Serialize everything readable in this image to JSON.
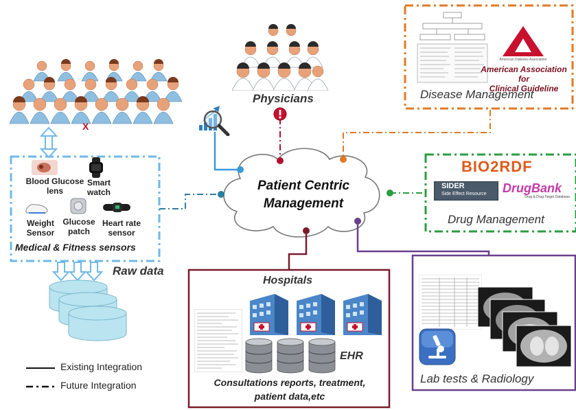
{
  "center": {
    "label_line1": "Patient Centric",
    "label_line2": "Management"
  },
  "physicians": {
    "label": "Physicians"
  },
  "patients": {
    "marker": "X"
  },
  "sensors": {
    "items": [
      {
        "label_line1": "Blood Glucose",
        "label_line2": "lens"
      },
      {
        "label_line1": "Smart",
        "label_line2": "watch"
      },
      {
        "label_line1": "Weight",
        "label_line2": "Sensor"
      },
      {
        "label_line1": "Glucose",
        "label_line2": "patch"
      },
      {
        "label_line1": "Heart rate",
        "label_line2": "sensor"
      }
    ],
    "caption": "Medical & Fitness sensors"
  },
  "raw_data": {
    "label": "Raw data"
  },
  "disease": {
    "title": "Disease Management",
    "org_line1": "American Association for",
    "org_line2": "Clinical Guideline",
    "logo_text": "American Diabetes Association"
  },
  "drug": {
    "title": "Drug Management",
    "bio2rdf": "BIO2RDF",
    "sider_line1": "SIDER",
    "sider_line2": "Side Effect Resource",
    "drugbank": "DrugBank",
    "drugbank_sub": "Drug & Drug Target Database"
  },
  "hospitals": {
    "title": "Hospitals",
    "ehr": "EHR",
    "caption_line1": "Consultations reports, treatment,",
    "caption_line2": "patient data,etc"
  },
  "lab": {
    "title": "Lab tests & Radiology"
  },
  "legend": {
    "existing": "Existing Integration",
    "future": "Future Integration"
  },
  "colors": {
    "blue": "#3a9ad9",
    "teal": "#2b7ea1",
    "red": "#b01030",
    "orange": "#e07a24",
    "green": "#2a9d3f",
    "maroon": "#7b1a2a",
    "purple": "#6a3f8c"
  }
}
